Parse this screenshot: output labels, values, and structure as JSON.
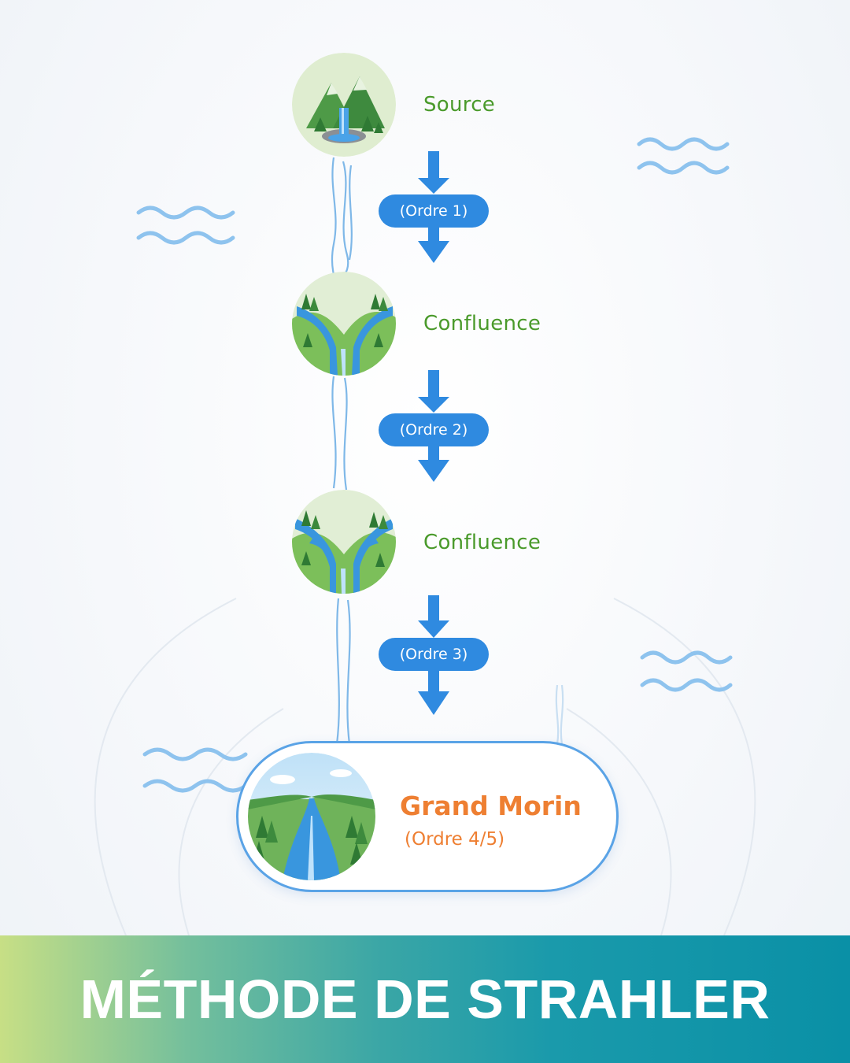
{
  "diagram": {
    "nodes": [
      {
        "id": "source",
        "label": "Source",
        "icon": "mountain-waterfall-icon"
      },
      {
        "id": "confluence-1",
        "label": "Confluence",
        "icon": "river-confluence-icon"
      },
      {
        "id": "confluence-2",
        "label": "Confluence",
        "icon": "river-confluence-icon"
      }
    ],
    "edges": [
      {
        "from": "source",
        "to": "confluence-1",
        "label": "(Ordre 1)"
      },
      {
        "from": "confluence-1",
        "to": "confluence-2",
        "label": "(Ordre 2)"
      },
      {
        "from": "confluence-2",
        "to": "grand-morin",
        "label": "(Ordre 3)"
      }
    ],
    "final_node": {
      "id": "grand-morin",
      "title": "Grand Morin",
      "subtitle": "(Ordre 4/5)",
      "icon": "river-valley-icon"
    }
  },
  "banner": {
    "title": "MÉTHODE DE STRAHLER"
  },
  "colors": {
    "node_label": "#4a9a2b",
    "arrow": "#2f8ae0",
    "final_text": "#ee7f32",
    "card_border": "#5aa3e6",
    "wave": "#8ec3ee"
  }
}
